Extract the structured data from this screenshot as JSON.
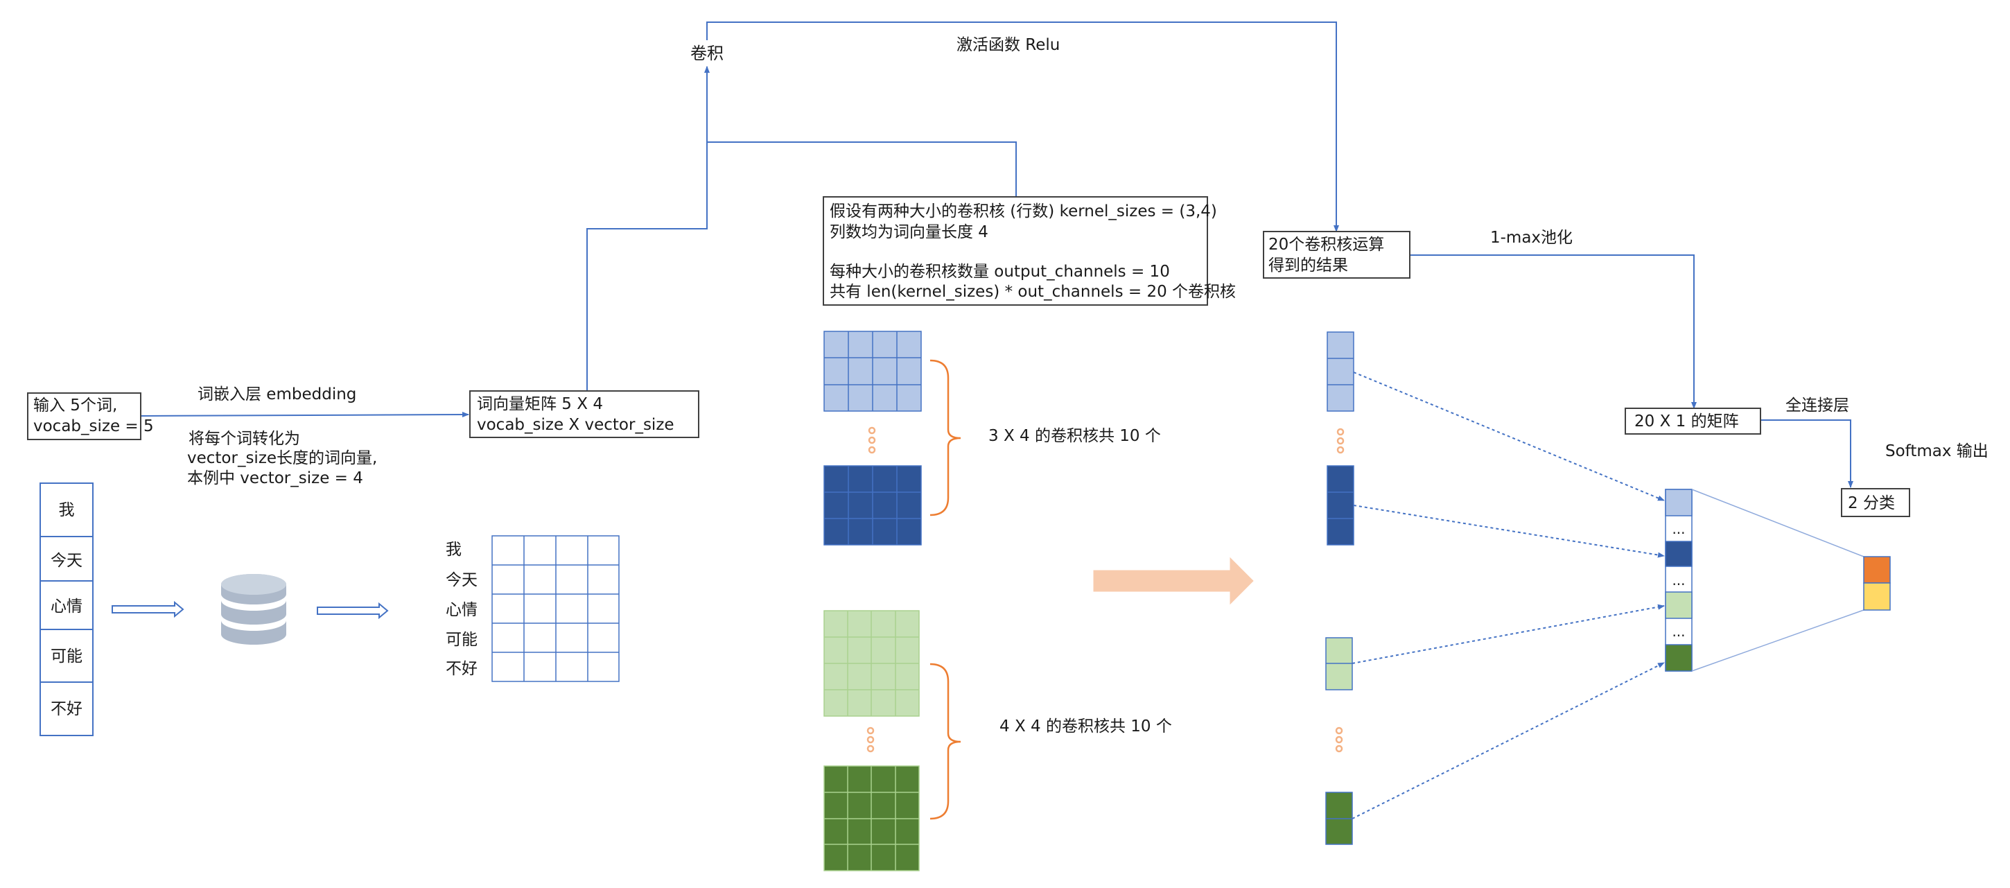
{
  "colors": {
    "line": "#4472c4",
    "box_border": "#404040",
    "light_blue": "#b4c7e7",
    "dark_blue": "#2f5597",
    "light_green": "#c5e0b4",
    "dark_green": "#548235",
    "orange": "#ed7d31",
    "yellow": "#ffd966",
    "peach_arrow": "#f8cbad",
    "db_icon": "#adb9ca",
    "dots": "#f4b183",
    "bracket": "#ed7d31"
  },
  "labels": {
    "conv": "卷积",
    "activation": "激活函数 Relu",
    "input_box": [
      "输入 5个词,",
      "vocab_size = 5"
    ],
    "embedding_layer": "词嵌入层 embedding",
    "embedding_desc": [
      "将每个词转化为",
      "vector_size长度的词向量,",
      "本例中 vector_size = 4"
    ],
    "matrix_box": [
      "词向量矩阵 5 X 4",
      "vocab_size X vector_size"
    ],
    "kernel_desc": [
      "假设有两种大小的卷积核 (行数) kernel_sizes = (3,4)",
      "列数均为词向量长度 4",
      "",
      "每种大小的卷积核数量 output_channels = 10",
      "共有 len(kernel_sizes) * out_channels = 20  个卷积核"
    ],
    "kernel3_count": "3 X 4 的卷积核共 10 个",
    "kernel4_count": "4 X 4 的卷积核共 10 个",
    "result_box": [
      "20个卷积核运算",
      "得到的结果"
    ],
    "pooling": "1-max池化",
    "pooled_box": "20 X 1 的矩阵",
    "fully_connected": "全连接层",
    "softmax": "Softmax 输出",
    "classes_box": "2 分类",
    "ellipsis": "..."
  },
  "words": [
    "我",
    "今天",
    "心情",
    "可能",
    "不好"
  ]
}
